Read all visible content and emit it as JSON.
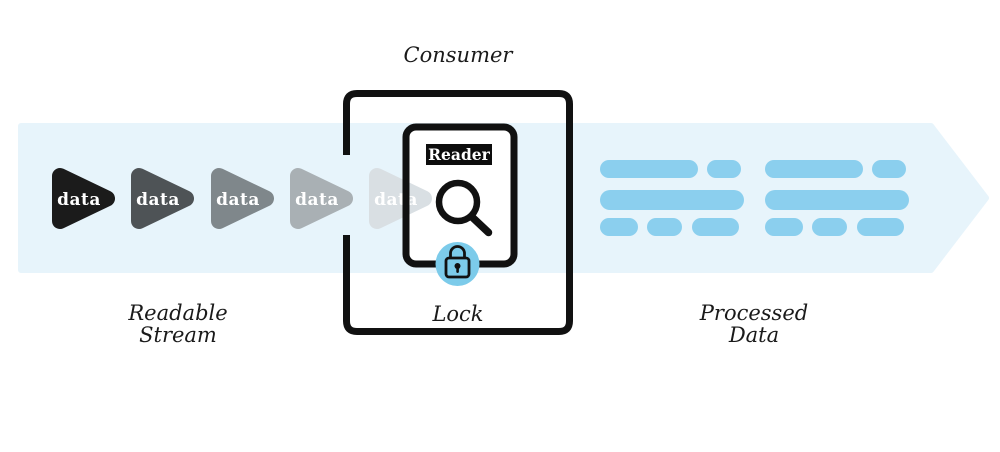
{
  "labels": {
    "consumer": "Consumer",
    "reader": "Reader",
    "lock": "Lock",
    "readable_stream_line1": "Readable",
    "readable_stream_line2": "Stream",
    "processed_data_line1": "Processed",
    "processed_data_line2": "Data"
  },
  "stream": {
    "items": [
      {
        "label": "data",
        "color": "#1b1b1b"
      },
      {
        "label": "data",
        "color": "#4e5356"
      },
      {
        "label": "data",
        "color": "#7f878b"
      },
      {
        "label": "data",
        "color": "#a9b0b4"
      },
      {
        "label": "data",
        "color": "#d9dfe3"
      }
    ]
  },
  "colors": {
    "band": "#e7f4fb",
    "pill": "#8bcfee",
    "lock_circle": "#7ccbea",
    "outline": "#111111",
    "label_text": "#1a1a1a",
    "card_bg": "#ffffff",
    "badge_bg": "#0d0d0d",
    "chunk_text": "#ffffff"
  },
  "icons": {
    "magnifier": "magnifier-icon",
    "lock": "lock-icon",
    "data_chunk": "data-chunk-arrow",
    "flow_arrow": "stream-flow-arrow"
  }
}
